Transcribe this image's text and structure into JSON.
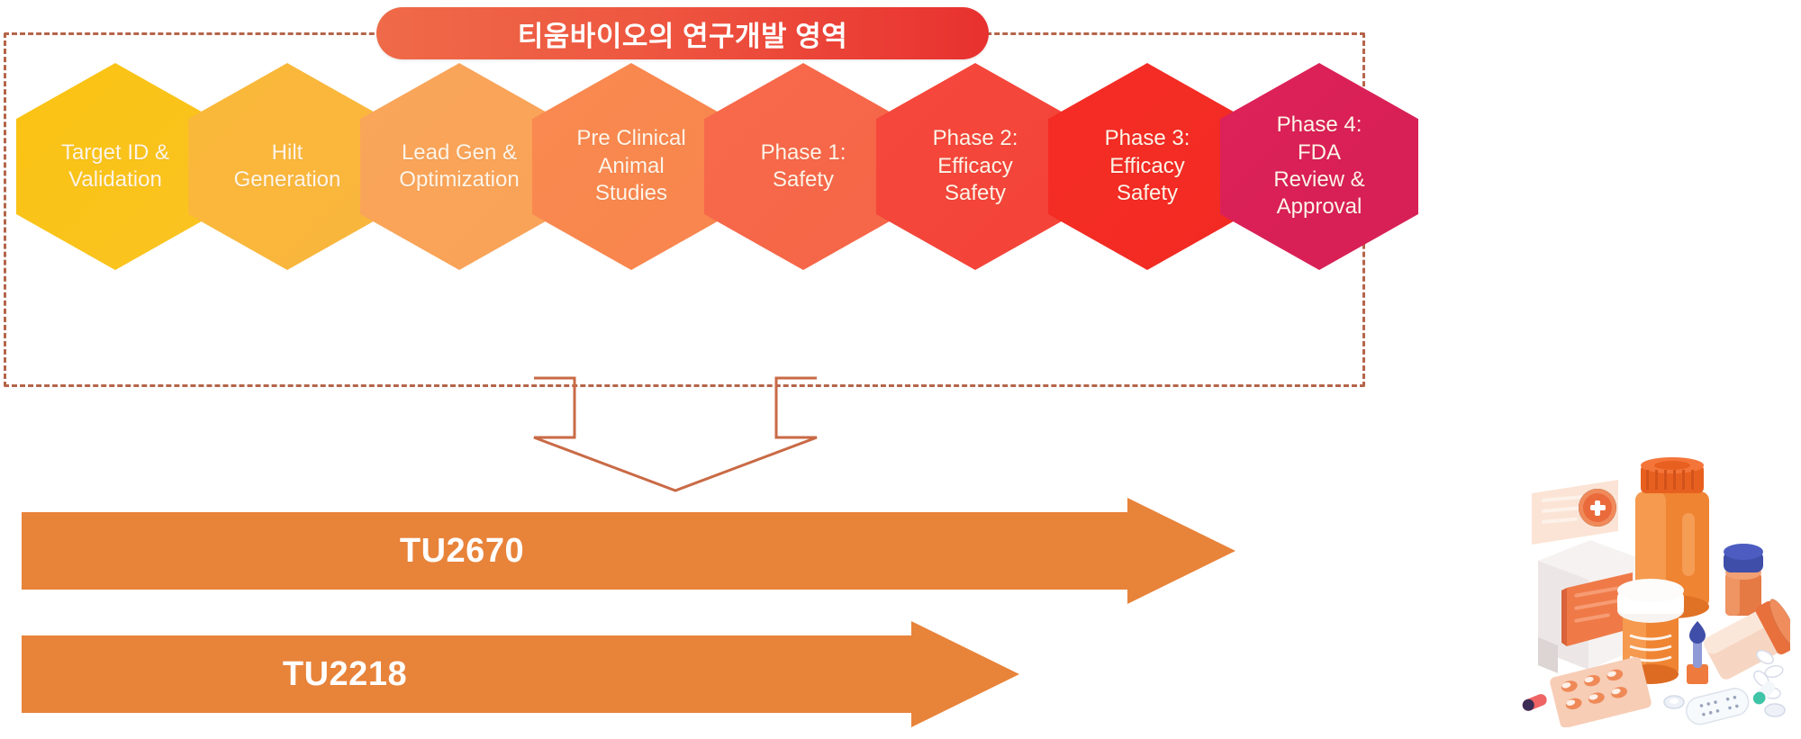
{
  "banner": {
    "title": "티움바이오의 연구개발 영역",
    "pill_gradient_start": "#ef6a48",
    "pill_gradient_end": "#e8312f",
    "dashed_border_color": "#b5654a"
  },
  "pipeline": {
    "stages": [
      {
        "id": "target-id-validation",
        "label": "Target ID &\nValidation",
        "color": "#fac312",
        "color_end": "#fbc322",
        "in_scope": true
      },
      {
        "id": "hit-generation",
        "label": "Hilt\nGeneration",
        "color": "#fab83a",
        "color_end": "#f9b63d",
        "in_scope": true
      },
      {
        "id": "lead-gen-optimization",
        "label": "Lead Gen &\nOptimization",
        "color": "#f9a65a",
        "color_end": "#f9a257",
        "in_scope": true
      },
      {
        "id": "pre-clinical",
        "label": "Pre Clinical\nAnimal\nStudies",
        "color": "#f98a50",
        "color_end": "#f8854d",
        "in_scope": true
      },
      {
        "id": "phase-1",
        "label": "Phase 1:\nSafety",
        "color": "#f76a4b",
        "color_end": "#f66547",
        "in_scope": true
      },
      {
        "id": "phase-2",
        "label": "Phase 2:\nEfficacy\nSafety",
        "color": "#f5483c",
        "color_end": "#f44338",
        "in_scope": true
      },
      {
        "id": "phase-3",
        "label": "Phase 3:\nEfficacy\nSafety",
        "color": "#f42d26",
        "color_end": "#f22a22",
        "in_scope": false
      },
      {
        "id": "phase-4",
        "label": "Phase 4:\nFDA\nReview &\nApproval",
        "color": "#dd2258",
        "color_end": "#d61f55",
        "in_scope": false
      }
    ]
  },
  "programs": [
    {
      "id": "tu2670",
      "label": "TU2670",
      "color": "#e8833a"
    },
    {
      "id": "tu2218",
      "label": "TU2218",
      "color": "#e8833a"
    }
  ],
  "illustration": {
    "name": "pharmaceutical-products-illustration",
    "accent": "#ef7a3d",
    "secondary": "#f4f0ee",
    "cap_blue": "#3f4ea8"
  }
}
